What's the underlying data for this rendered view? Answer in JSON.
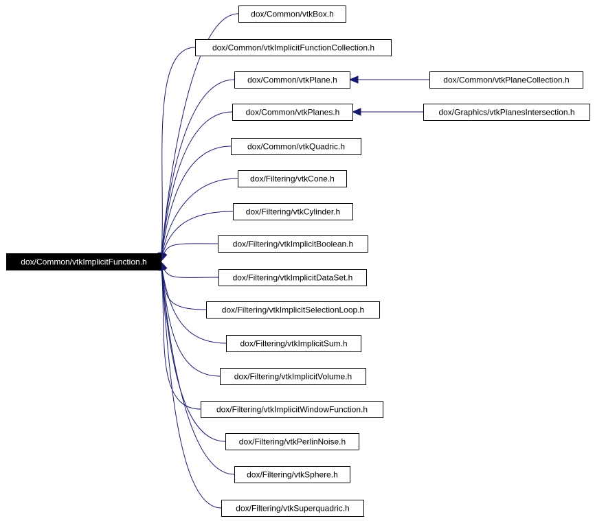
{
  "diagram": {
    "root": {
      "id": "root",
      "label": "dox/Common/vtkImplicitFunction.h"
    },
    "nodes": [
      {
        "id": "n0",
        "label": "dox/Common/vtkBox.h"
      },
      {
        "id": "n1",
        "label": "dox/Common/vtkImplicitFunctionCollection.h"
      },
      {
        "id": "n2",
        "label": "dox/Common/vtkPlane.h"
      },
      {
        "id": "n3",
        "label": "dox/Common/vtkPlanes.h"
      },
      {
        "id": "n4",
        "label": "dox/Common/vtkQuadric.h"
      },
      {
        "id": "n5",
        "label": "dox/Filtering/vtkCone.h"
      },
      {
        "id": "n6",
        "label": "dox/Filtering/vtkCylinder.h"
      },
      {
        "id": "n7",
        "label": "dox/Filtering/vtkImplicitBoolean.h"
      },
      {
        "id": "n8",
        "label": "dox/Filtering/vtkImplicitDataSet.h"
      },
      {
        "id": "n9",
        "label": "dox/Filtering/vtkImplicitSelectionLoop.h"
      },
      {
        "id": "n10",
        "label": "dox/Filtering/vtkImplicitSum.h"
      },
      {
        "id": "n11",
        "label": "dox/Filtering/vtkImplicitVolume.h"
      },
      {
        "id": "n12",
        "label": "dox/Filtering/vtkImplicitWindowFunction.h"
      },
      {
        "id": "n13",
        "label": "dox/Filtering/vtkPerlinNoise.h"
      },
      {
        "id": "n14",
        "label": "dox/Filtering/vtkSphere.h"
      },
      {
        "id": "n15",
        "label": "dox/Filtering/vtkSuperquadric.h"
      },
      {
        "id": "n16",
        "label": "dox/Common/vtkPlaneCollection.h"
      },
      {
        "id": "n17",
        "label": "dox/Graphics/vtkPlanesIntersection.h"
      }
    ],
    "edges": [
      {
        "from": "n0",
        "to": "root"
      },
      {
        "from": "n1",
        "to": "root"
      },
      {
        "from": "n2",
        "to": "root"
      },
      {
        "from": "n3",
        "to": "root"
      },
      {
        "from": "n4",
        "to": "root"
      },
      {
        "from": "n5",
        "to": "root"
      },
      {
        "from": "n6",
        "to": "root"
      },
      {
        "from": "n7",
        "to": "root"
      },
      {
        "from": "n8",
        "to": "root"
      },
      {
        "from": "n9",
        "to": "root"
      },
      {
        "from": "n10",
        "to": "root"
      },
      {
        "from": "n11",
        "to": "root"
      },
      {
        "from": "n12",
        "to": "root"
      },
      {
        "from": "n13",
        "to": "root"
      },
      {
        "from": "n14",
        "to": "root"
      },
      {
        "from": "n15",
        "to": "root"
      },
      {
        "from": "n16",
        "to": "n2"
      },
      {
        "from": "n17",
        "to": "n3"
      }
    ],
    "colors": {
      "edge": "#191970",
      "root_fill": "#000000",
      "root_text": "#ffffff",
      "node_fill": "#ffffff",
      "node_border": "#000000"
    }
  }
}
